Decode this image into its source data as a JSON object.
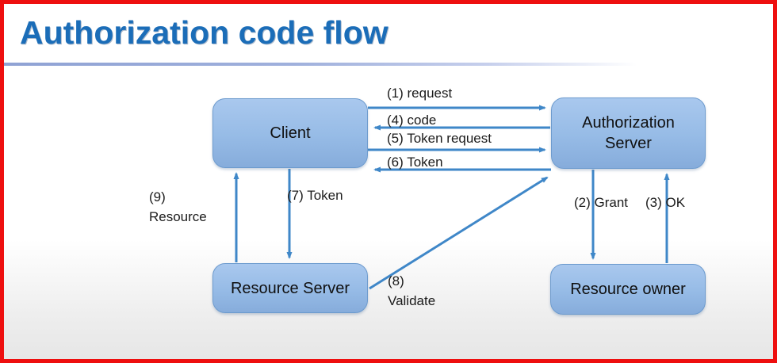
{
  "title": "Authorization code flow",
  "nodes": {
    "client": "Client",
    "auth_server_line1": "Authorization",
    "auth_server_line2": "Server",
    "resource_server": "Resource Server",
    "resource_owner": "Resource owner"
  },
  "steps": {
    "s1": "(1) request",
    "s2": "(2) Grant",
    "s3": "(3) OK",
    "s4": "(4) code",
    "s5": "(5) Token request",
    "s6": "(6) Token",
    "s7": "(7) Token",
    "s8_num": "(8)",
    "s8_text": "Validate",
    "s9_num": "(9)",
    "s9_text": "Resource"
  },
  "colors": {
    "frame_red": "#ee0f0f",
    "title_blue": "#1b6db8",
    "underline_periwinkle": "#8fa2d4",
    "arrow_blue": "#3f87c8",
    "node_fill_top": "#a9c8ee",
    "node_fill_bottom": "#86acdb",
    "node_border": "#6d9bce",
    "label_text": "#1b1b1b"
  }
}
